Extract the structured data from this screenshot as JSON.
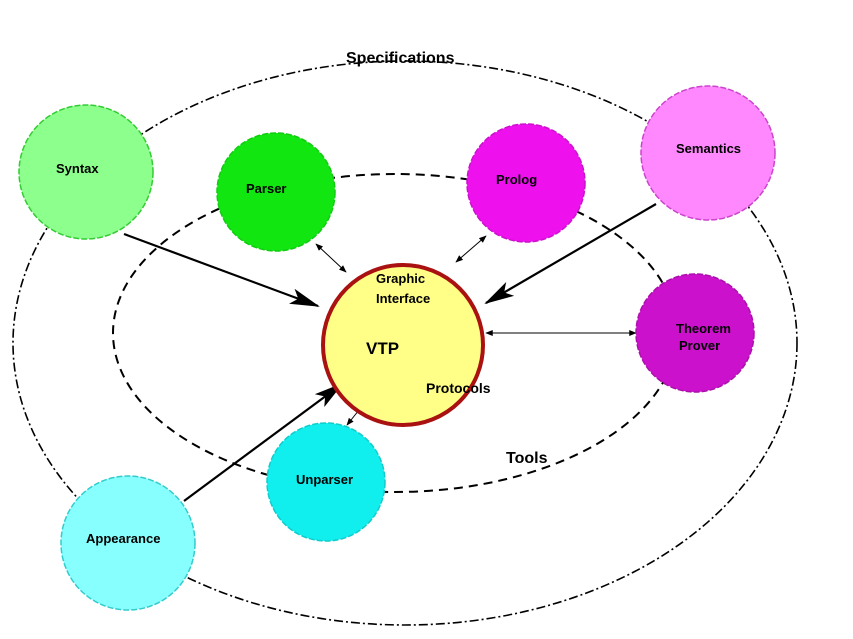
{
  "labels": {
    "specifications": "Specifications",
    "tools": "Tools"
  },
  "center": {
    "graphic_1": "Graphic",
    "graphic_2": "Interface",
    "vtp": "VTP",
    "protocols": "Protocols",
    "fill": "#ffff88",
    "stroke": "#aa1111"
  },
  "spec_nodes": {
    "syntax": {
      "label": "Syntax",
      "color": "#8cff8c"
    },
    "semantics": {
      "label": "Semantics",
      "color": "#ff88ff"
    },
    "appearance": {
      "label": "Appearance",
      "color": "#88ffff"
    }
  },
  "tool_nodes": {
    "parser": {
      "label": "Parser",
      "color": "#11e611"
    },
    "prolog": {
      "label": "Prolog",
      "color": "#ee11ee"
    },
    "theorem_1": "Theorem",
    "theorem_2": "Prover",
    "theorem_color": "#cc11cc",
    "unparser": {
      "label": "Unparser",
      "color": "#11eeee"
    }
  }
}
